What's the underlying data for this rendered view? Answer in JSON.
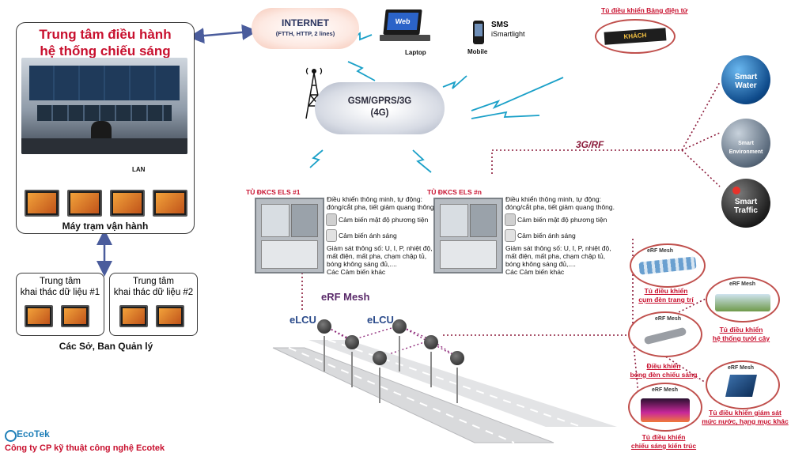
{
  "colors": {
    "accent_red": "#c8102e",
    "dark_red": "#8b1a3a",
    "mesh_purple": "#8e2a7a",
    "arrow_blue": "#4a5c9c",
    "signal_teal": "#1aa0c8"
  },
  "control_center": {
    "title_line1": "Trung tâm điều hành",
    "title_line2": "hệ thống chiếu sáng",
    "lan": "LAN",
    "workstations": "Máy trạm vận hành"
  },
  "data_centers": [
    {
      "line1": "Trung tâm",
      "line2": "khai thác dữ liệu #1"
    },
    {
      "line1": "Trung tâm",
      "line2": "khai thác dữ liệu #2"
    }
  ],
  "departments": "Các Sở, Ban Quản lý",
  "internet": {
    "title": "INTERNET",
    "sub": "(FTTH, HTTP, 2 lines)"
  },
  "laptop": {
    "screen": "Web",
    "label": "Laptop"
  },
  "mobile": {
    "sms": "SMS",
    "app": "iSmartlight",
    "label": "Mobile"
  },
  "billboard": {
    "label": "Tủ điều khiển Bảng điện tử",
    "text": "KHÁCH"
  },
  "gsm": {
    "line1": "GSM/GPRS/3G",
    "line2": "(4G)"
  },
  "rf_label": "3G/RF",
  "cabinets": [
    {
      "title": "TỦ ĐKCS ELS #1",
      "d1": "Điều khiển thông minh, tự động:",
      "d2": "đóng/cắt pha, tiết giảm quang thông.",
      "s1": "Cảm biến mật độ phương tiện",
      "s2": "Cảm biến ánh sáng",
      "m1": "Giám sát thông số: U, I, P, nhiệt độ,",
      "m2": "mất điện, mất pha, chạm chập tủ,",
      "m3": "bóng không sáng đủ,....",
      "m4": "Các Cảm biến khác"
    },
    {
      "title": "TỦ ĐKCS ELS #n",
      "d1": "Điều khiển thông minh, tự động:",
      "d2": "đóng/cắt pha, tiết giảm quang thông.",
      "s1": "Cảm biến mật độ phương tiện",
      "s2": "Cảm biến ánh sáng",
      "m1": "Giám sát thông số: U, I, P, nhiệt độ,",
      "m2": "mất điện, mất pha, chạm chập tủ,",
      "m3": "bóng không sáng đủ,....",
      "m4": "Các Cảm biến khác"
    }
  ],
  "erf_mesh": "eRF Mesh",
  "elcu": "eLCU",
  "smart": [
    {
      "l1": "Smart",
      "l2": "Water"
    },
    {
      "l1": "Smart",
      "l2": "Environment"
    },
    {
      "l1": "Smart",
      "l2": "Traffic"
    }
  ],
  "devices": [
    {
      "tag": "eRF Mesh",
      "l1": "Tủ điều khiển",
      "l2": "cụm đèn trang trí"
    },
    {
      "tag": "eRF Mesh",
      "l1": "Tủ điều khiển",
      "l2": "hệ thống tưới cây"
    },
    {
      "tag": "eRF Mesh",
      "l1": "Điều khiển",
      "l2": "bóng đèn chiếu sáng"
    },
    {
      "tag": "eRF Mesh",
      "l1": "Tủ điều khiển giám sát",
      "l2": "mức nước, hạng mục khác"
    },
    {
      "tag": "eRF Mesh",
      "l1": "Tủ điều khiển",
      "l2": "chiếu sáng kiến trúc"
    }
  ],
  "brand": {
    "logo": "EcoTek",
    "company": "Công ty CP kỹ thuật công nghệ Ecotek"
  }
}
